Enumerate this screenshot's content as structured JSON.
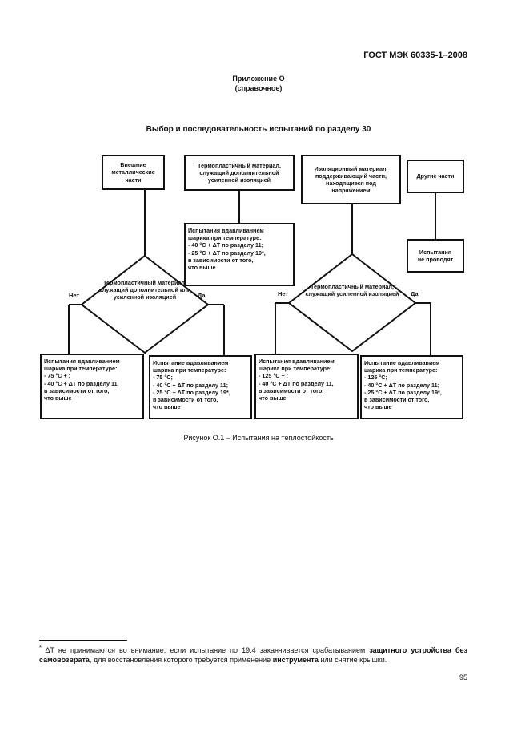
{
  "header": {
    "standard": "ГОСТ МЭК 60335-1–2008"
  },
  "annex": {
    "title": "Приложение О",
    "subtitle": "(справочное)"
  },
  "figure": {
    "heading": "Выбор и последовательность испытаний по разделу 30",
    "boxes": {
      "external_metal": [
        "Внешние",
        "металлические",
        "части"
      ],
      "thermo_insulation": [
        "Термопластичный материал,",
        "служащий дополнительной",
        "усиленной изоляцией"
      ],
      "insulation_live": [
        "Изоляционный материал,",
        "поддерживающий части,",
        "находящиеся под",
        "напряжением"
      ],
      "other_parts": [
        "Другие части"
      ],
      "no_tests": [
        "Испытания",
        "не проводят"
      ],
      "ball_test_mid": [
        "Испытания вдавливанием",
        "шарика при температуре:",
        "- 40 °С + ΔT по разделу 11;",
        "- 25 °С + ΔT по разделу 19*,",
        "в зависимости от того,",
        "что выше"
      ],
      "ball_test_1": [
        "Испытания вдавливанием",
        "шарика при температуре:",
        "- 75 °С + ;",
        "- 40 °С + ΔT по разделу 11,",
        "в зависимости от того,",
        "что выше"
      ],
      "ball_test_2": [
        "Испытание вдавливанием",
        "шарика при температуре:",
        "- 75 °С;",
        "- 40 °С + ΔT по разделу 11;",
        "- 25 °С + ΔT по разделу 19*,",
        "в зависимости от того,",
        "что выше"
      ],
      "ball_test_3": [
        "Испытания вдавливанием",
        "шарика при температуре:",
        "- 125 °С + ;",
        "- 40 °С + ΔT по разделу 11,",
        "в зависимости от того,",
        "что выше"
      ],
      "ball_test_4": [
        "Испытание вдавливанием",
        "шарика при температуре:",
        "- 125 °С;",
        "- 40 °С + ΔT по разделу 11;",
        "- 25 °С + ΔT по разделу 19*,",
        "в зависимости от того,",
        "что выше"
      ]
    },
    "decisions": {
      "left": [
        "Термопластичный",
        "материал, служащий",
        "дополнительной",
        "или усиленной",
        "изоляцией"
      ],
      "right": [
        "Термопластичный",
        "материал, служащий",
        "усиленной",
        "изоляцией"
      ]
    },
    "labels": {
      "no": "Нет",
      "yes": "Да"
    },
    "caption": "Рисунок О.1 – Испытания на теплостойкость"
  },
  "footnote": {
    "mark": "*",
    "part1": "ΔT не принимаются во внимание, если испытание по 19.4 заканчивается срабатыванием ",
    "bold1": "защитного устройства без самовозврата",
    "part2": ", для восстановления которого требуется применение ",
    "bold2": "инструмента",
    "part3": " или снятие крышки."
  },
  "page_number": "95"
}
